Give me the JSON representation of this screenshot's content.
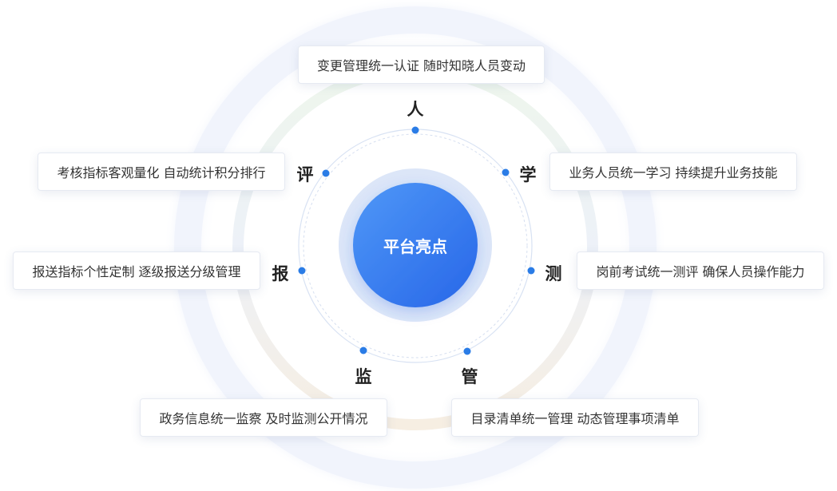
{
  "center": {
    "title": "平台亮点"
  },
  "nodes": [
    {
      "label": "人",
      "desc": "变更管理统一认证  随时知晓人员变动"
    },
    {
      "label": "学",
      "desc": "业务人员统一学习  持续提升业务技能"
    },
    {
      "label": "测",
      "desc": "岗前考试统一测评  确保人员操作能力"
    },
    {
      "label": "管",
      "desc": "目录清单统一管理  动态管理事项清单"
    },
    {
      "label": "监",
      "desc": "政务信息统一监察  及时监测公开情况"
    },
    {
      "label": "报",
      "desc": "报送指标个性定制  逐级报送分级管理"
    },
    {
      "label": "评",
      "desc": "考核指标客观量化  自动统计积分排行"
    }
  ],
  "colors": {
    "primary": "#2f74ee",
    "dot": "#2a7ce6",
    "ring_light": "#eef2fc"
  },
  "icons": {
    "node_marker": "dot-icon"
  }
}
